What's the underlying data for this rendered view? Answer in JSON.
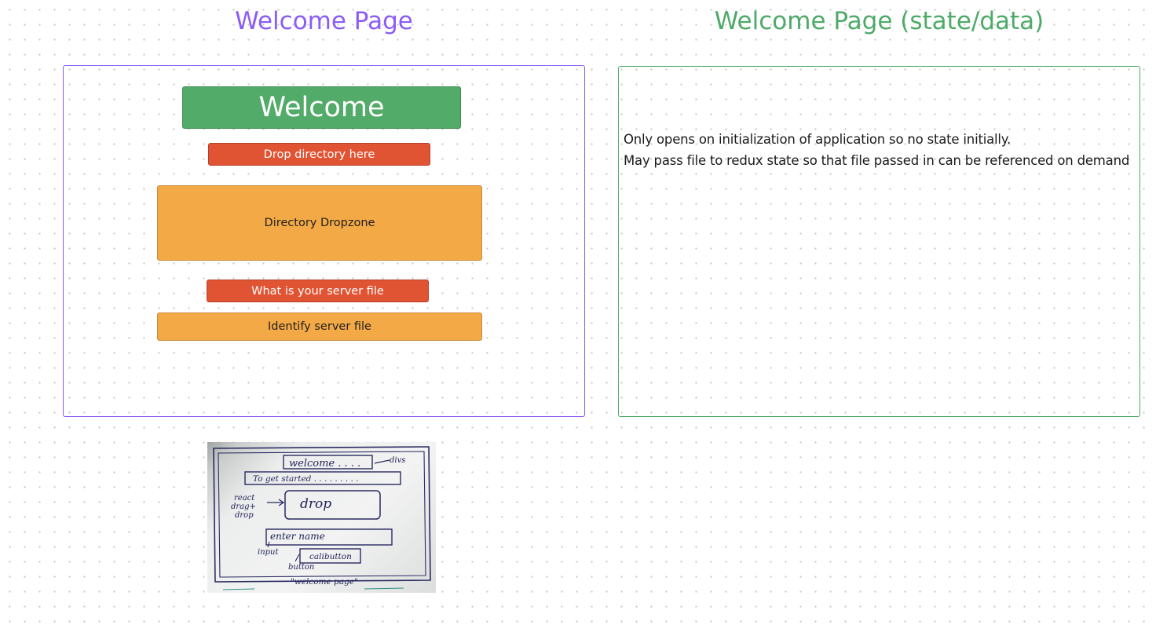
{
  "colors": {
    "purple": "#8b5cf6",
    "green": "#4daa67",
    "green_fill": "#52ab68",
    "red": "#e15433",
    "orange": "#f3a946"
  },
  "left_panel": {
    "title": "Welcome Page",
    "welcome_label": "Welcome",
    "drop_label": "Drop directory here",
    "dropzone_label": "Directory Dropzone",
    "server_question": "What is your server file",
    "identify_label": "Identify server file"
  },
  "right_panel": {
    "title": "Welcome Page (state/data)",
    "notes": [
      "Only opens on initialization of application so no state initially.",
      "May pass file to redux state so that file passed in can be referenced on demand"
    ]
  },
  "sketch": {
    "labels": {
      "welcome": "welcome . . . .",
      "divs": "divs",
      "get_started": "To get started . . . . . . . . .",
      "react": "react",
      "drag": "drag+",
      "dropword": "drop",
      "drop": "drop",
      "enter_name": "enter name",
      "input": "input",
      "calibutton": "calibutton",
      "button": "button",
      "welcome_page": "\"welcome page\""
    }
  }
}
